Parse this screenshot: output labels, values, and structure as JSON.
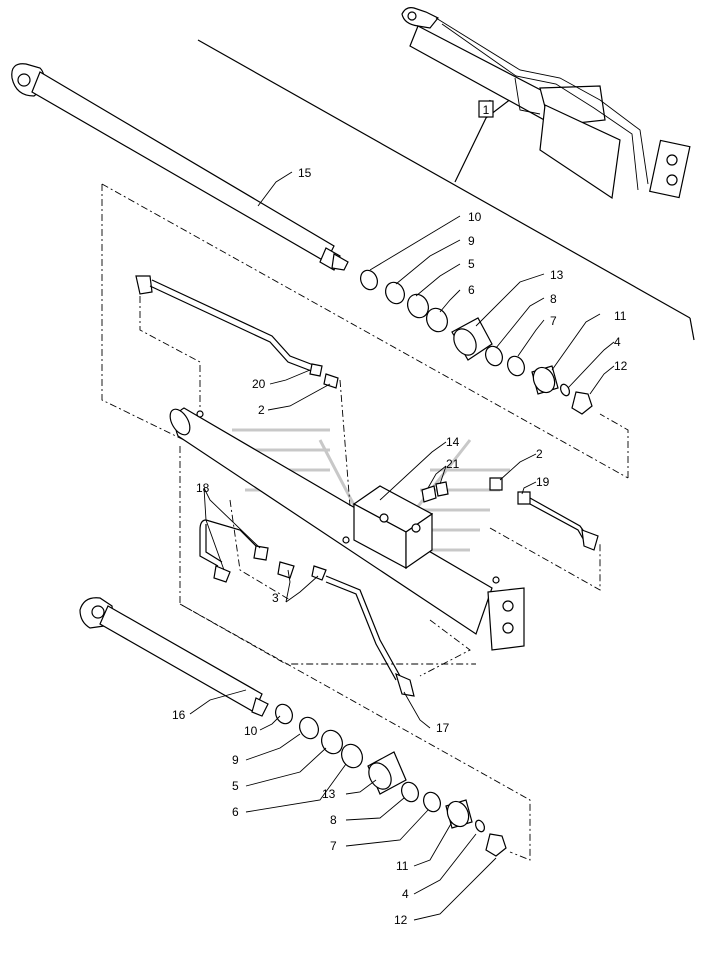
{
  "diagram": {
    "inset_ref": "1",
    "callouts": {
      "c15": "15",
      "c10a": "10",
      "c9a": "9",
      "c5a": "5",
      "c6a": "6",
      "c13a": "13",
      "c8a": "8",
      "c7a": "7",
      "c11a": "11",
      "c4a": "4",
      "c12a": "12",
      "c20": "20",
      "c2a": "2",
      "c14": "14",
      "c21": "21",
      "c2b": "2",
      "c19": "19",
      "c18": "18",
      "c3": "3",
      "c17": "17",
      "c16": "16",
      "c10b": "10",
      "c9b": "9",
      "c5b": "5",
      "c6b": "6",
      "c13b": "13",
      "c8b": "8",
      "c7b": "7",
      "c11b": "11",
      "c4b": "4",
      "c12b": "12"
    }
  }
}
